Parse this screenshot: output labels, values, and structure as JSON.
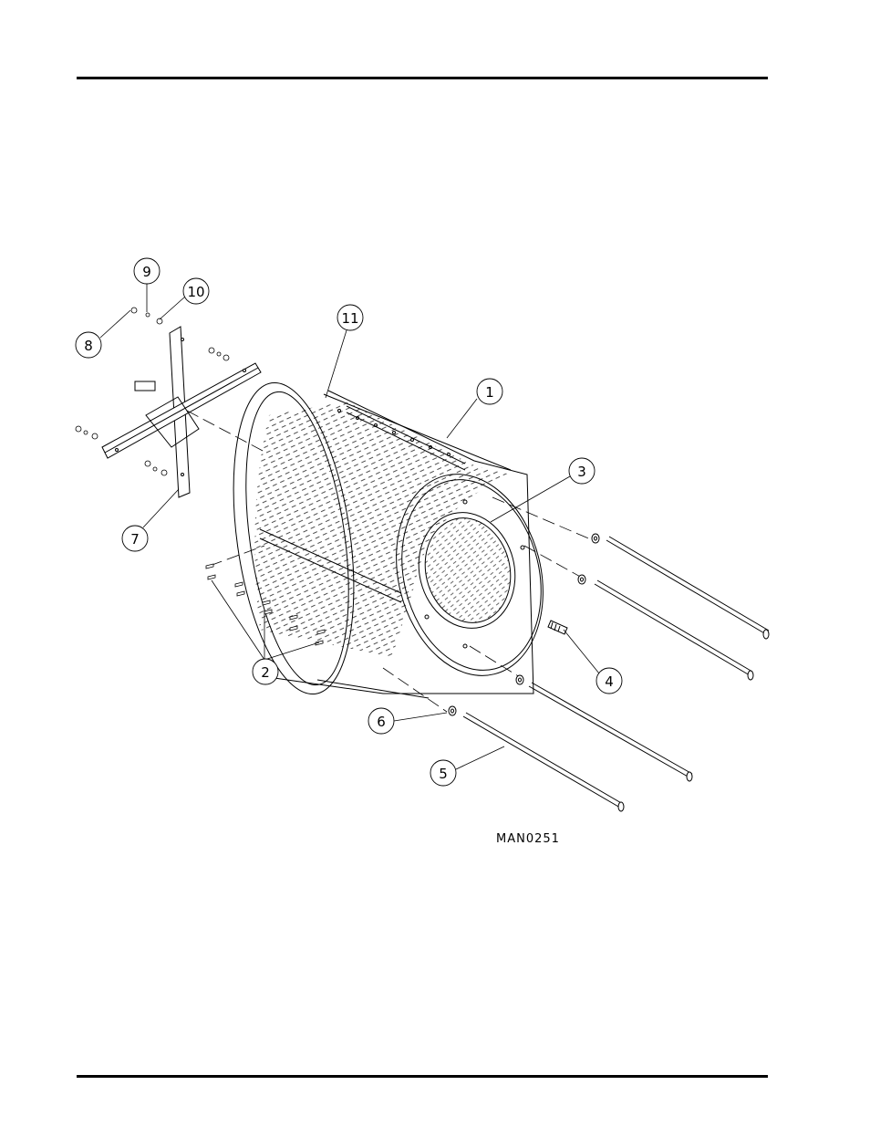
{
  "diagram": {
    "drawing_code": "MAN0251",
    "callouts": [
      {
        "id": "c1",
        "label": "1"
      },
      {
        "id": "c2",
        "label": "2"
      },
      {
        "id": "c3",
        "label": "3"
      },
      {
        "id": "c4",
        "label": "4"
      },
      {
        "id": "c5",
        "label": "5"
      },
      {
        "id": "c6",
        "label": "6"
      },
      {
        "id": "c7",
        "label": "7"
      },
      {
        "id": "c8",
        "label": "8"
      },
      {
        "id": "c9",
        "label": "9"
      },
      {
        "id": "c10",
        "label": "10"
      },
      {
        "id": "c11",
        "label": "11"
      }
    ]
  }
}
